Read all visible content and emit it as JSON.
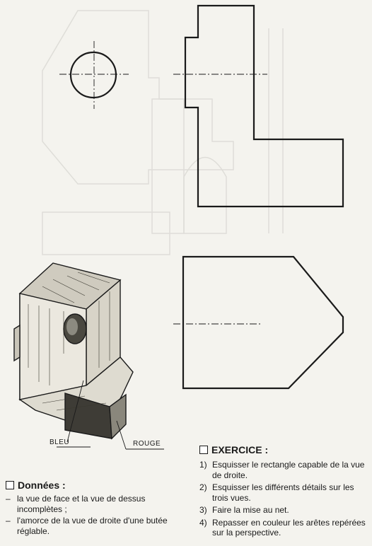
{
  "labels": {
    "bleu": "BLEU",
    "rouge": "ROUGE"
  },
  "donnees": {
    "title": "Données :",
    "items": [
      "la vue de face et la vue de dessus incomplètes ;",
      "l'amorce de la vue de droite d'une butée réglable."
    ]
  },
  "exercice": {
    "title": "EXERCICE :",
    "items": [
      {
        "num": "1)",
        "text": "Esquisser le rectangle capable de la vue de droite."
      },
      {
        "num": "2)",
        "text": "Esquisser les différents détails sur les trois vues."
      },
      {
        "num": "3)",
        "text": "Faire la mise au net."
      },
      {
        "num": "4)",
        "text": "Repasser en couleur les arêtes repérées sur la perspective."
      }
    ]
  },
  "colors": {
    "ink": "#1a1a1a",
    "paper": "#f4f3ee",
    "ghost": "#8c8a80"
  }
}
